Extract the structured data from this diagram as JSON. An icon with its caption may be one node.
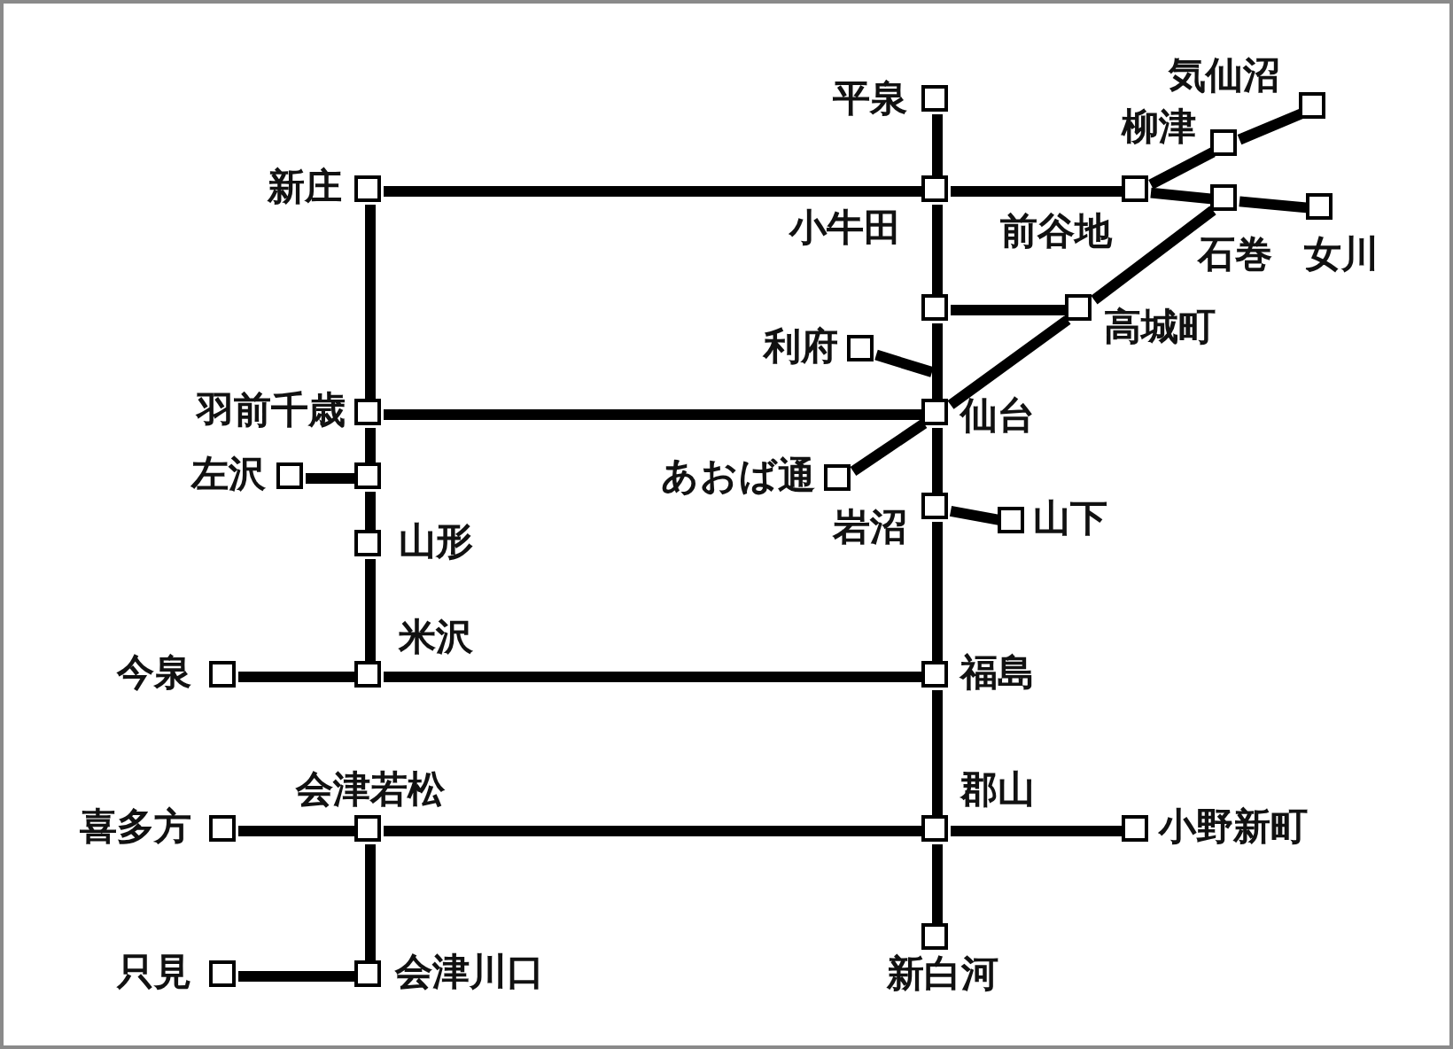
{
  "diagram": {
    "nodes": [
      {
        "text": [],
        "shape": "box",
        "beside": [
          "平泉"
        ]
      },
      {
        "text": [],
        "shape": "box",
        "beside": [
          "気仙沼"
        ]
      },
      {
        "text": [],
        "shape": "box",
        "beside": [
          "柳津"
        ]
      },
      {
        "text": [],
        "shape": "box",
        "beside": [
          "新庄"
        ]
      },
      {
        "text": [],
        "shape": "box",
        "beside": [
          "小牛田"
        ]
      },
      {
        "text": [],
        "shape": "box",
        "beside": [
          "前谷地"
        ]
      },
      {
        "text": [],
        "shape": "box",
        "beside": [
          "石巻"
        ]
      },
      {
        "text": [],
        "shape": "box",
        "beside": [
          "女川"
        ]
      },
      {
        "text": [],
        "shape": "box"
      },
      {
        "text": [],
        "shape": "box",
        "beside": [
          "高城町"
        ]
      },
      {
        "text": [],
        "shape": "box",
        "beside": [
          "利府"
        ]
      },
      {
        "text": [],
        "shape": "box",
        "beside": [
          "羽前千歳"
        ]
      },
      {
        "text": [],
        "shape": "box",
        "beside": [
          "仙台"
        ]
      },
      {
        "text": [],
        "shape": "box",
        "beside": [
          "左沢"
        ]
      },
      {
        "text": [],
        "shape": "box"
      },
      {
        "text": [],
        "shape": "box",
        "beside": [
          "あおば通"
        ]
      },
      {
        "text": [],
        "shape": "box",
        "beside": [
          "岩沼"
        ]
      },
      {
        "text": [],
        "shape": "box",
        "beside": [
          "山下"
        ]
      },
      {
        "text": [],
        "shape": "box",
        "beside": [
          "山形"
        ]
      },
      {
        "text": [],
        "shape": "box",
        "beside": [
          "今泉"
        ]
      },
      {
        "text": [],
        "shape": "box",
        "beside": [
          "米沢"
        ]
      },
      {
        "text": [],
        "shape": "box",
        "beside": [
          "福島"
        ]
      },
      {
        "text": [],
        "shape": "box",
        "beside": [
          "喜多方"
        ]
      },
      {
        "text": [],
        "shape": "box",
        "beside": [
          "会津若松"
        ]
      },
      {
        "text": [],
        "shape": "box",
        "beside": [
          "郡山"
        ]
      },
      {
        "text": [],
        "shape": "box",
        "beside": [
          "小野新町"
        ]
      },
      {
        "text": [],
        "shape": "box",
        "beside": [
          "新白河"
        ]
      },
      {
        "text": [],
        "shape": "box",
        "beside": [
          "只見"
        ]
      },
      {
        "text": [],
        "shape": "box",
        "beside": [
          "会津川口"
        ]
      }
    ],
    "edges": [
      {
        "from": 0,
        "to": 4,
        "arrow": "none"
      },
      {
        "from": 3,
        "to": 4,
        "arrow": "none"
      },
      {
        "from": 4,
        "to": 5,
        "arrow": "none"
      },
      {
        "from": 5,
        "to": 2,
        "arrow": "none"
      },
      {
        "from": 2,
        "to": 1,
        "arrow": "none"
      },
      {
        "from": 5,
        "to": 6,
        "arrow": "none"
      },
      {
        "from": 6,
        "to": 7,
        "arrow": "none"
      },
      {
        "from": 4,
        "to": 8,
        "arrow": "none"
      },
      {
        "from": 8,
        "to": 9,
        "arrow": "none"
      },
      {
        "from": 9,
        "to": 6,
        "arrow": "none"
      },
      {
        "from": 8,
        "to": 12,
        "arrow": "none"
      },
      {
        "from": 10,
        "to": 12,
        "arrow": "none"
      },
      {
        "from": 11,
        "to": 12,
        "arrow": "none"
      },
      {
        "from": 15,
        "to": 12,
        "arrow": "none"
      },
      {
        "from": 12,
        "to": 9,
        "arrow": "none"
      },
      {
        "from": 12,
        "to": 16,
        "arrow": "none"
      },
      {
        "from": 16,
        "to": 17,
        "arrow": "none"
      },
      {
        "from": 3,
        "to": 11,
        "arrow": "none"
      },
      {
        "from": 11,
        "to": 14,
        "arrow": "none"
      },
      {
        "from": 13,
        "to": 14,
        "arrow": "none"
      },
      {
        "from": 14,
        "to": 18,
        "arrow": "none"
      },
      {
        "from": 18,
        "to": 20,
        "arrow": "none"
      },
      {
        "from": 19,
        "to": 20,
        "arrow": "none"
      },
      {
        "from": 20,
        "to": 21,
        "arrow": "none"
      },
      {
        "from": 16,
        "to": 21,
        "arrow": "none"
      },
      {
        "from": 21,
        "to": 24,
        "arrow": "none"
      },
      {
        "from": 22,
        "to": 23,
        "arrow": "none"
      },
      {
        "from": 23,
        "to": 24,
        "arrow": "none"
      },
      {
        "from": 24,
        "to": 25,
        "arrow": "none"
      },
      {
        "from": 24,
        "to": 26,
        "arrow": "none"
      },
      {
        "from": 23,
        "to": 28,
        "arrow": "none"
      },
      {
        "from": 27,
        "to": 28,
        "arrow": "none"
      }
    ]
  }
}
